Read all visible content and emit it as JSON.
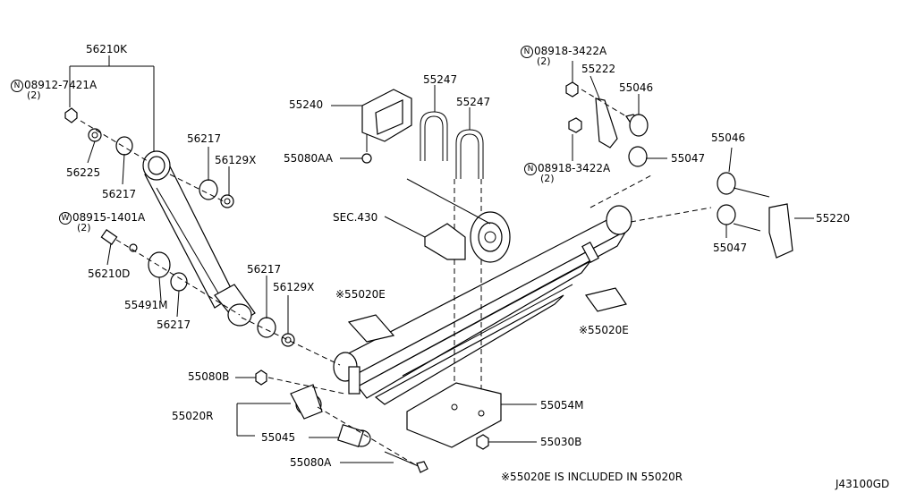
{
  "diagram": {
    "code": "J43100GD",
    "footnote": "※55020E IS INCLUDED IN 55020R",
    "labels": {
      "p56210K": "56210K",
      "n08912": "08912-7421A",
      "n08912_qty": "(2)",
      "p56225": "56225",
      "p56217a": "56217",
      "p56217b": "56217",
      "p56129Xa": "56129X",
      "w08915": "08915-1401A",
      "w08915_qty": "(2)",
      "p56210D": "56210D",
      "p55491M": "55491M",
      "p56217c": "56217",
      "p56217d": "56217",
      "p56129Xb": "56129X",
      "p55240": "55240",
      "p55080AA": "55080AA",
      "p55247a": "55247",
      "p55247b": "55247",
      "sec430": "SEC.430",
      "p55020Ea": "※55020E",
      "p55020Eb": "※55020E",
      "n08918a": "08918-3422A",
      "n08918a_qty": "(2)",
      "p55222": "55222",
      "p55046a": "55046",
      "p55047a": "55047",
      "n08918b": "08918-3422A",
      "n08918b_qty": "(2)",
      "p55046b": "55046",
      "p55220": "55220",
      "p55047b": "55047",
      "p55080B": "55080B",
      "p55020R": "55020R",
      "p55045": "55045",
      "p55080A": "55080A",
      "p55054M": "55054M",
      "p55030B": "55030B"
    },
    "symbols": {
      "nut_mark": "N",
      "washer_mark": "W"
    }
  }
}
